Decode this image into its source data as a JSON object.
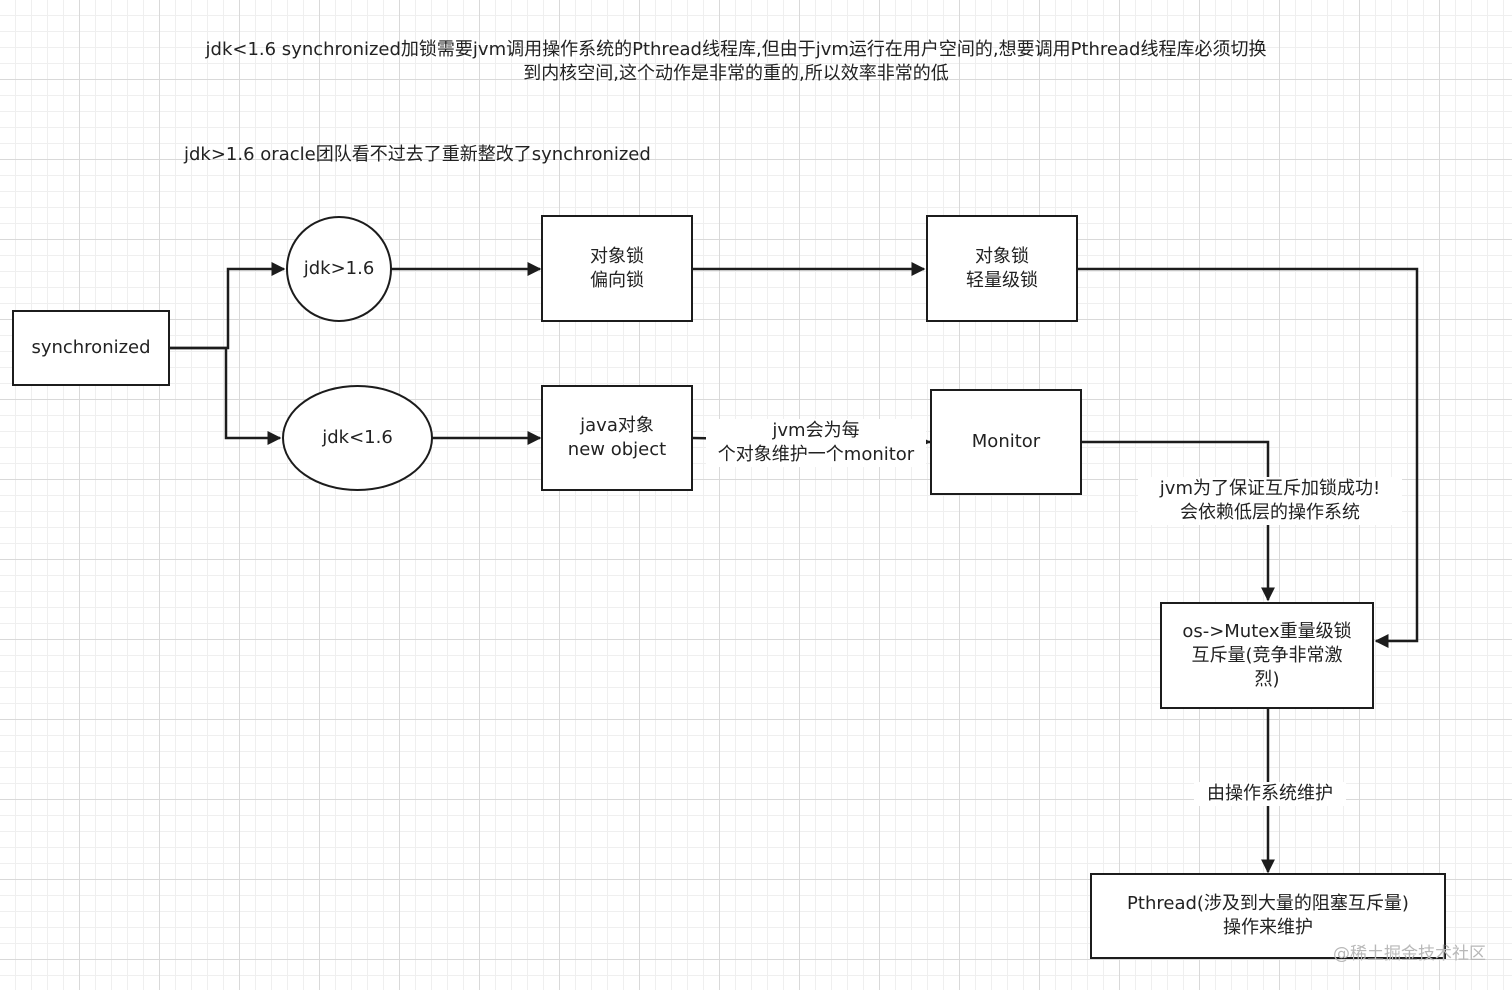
{
  "notes": {
    "jdk_before": "jdk<1.6 synchronized加锁需要jvm调用操作系统的Pthread线程库,但由于jvm运行在用户空间的,想要调用Pthread线程库必须切换\n到内核空间,这个动作是非常的重的,所以效率非常的低",
    "jdk_after": "jdk>1.6 oracle团队看不过去了重新整改了synchronized"
  },
  "nodes": {
    "synchronized": "synchronized",
    "jdk_gt": "jdk>1.6",
    "jdk_lt": "jdk<1.6",
    "biased_lock": "对象锁\n偏向锁",
    "lightweight_lock": "对象锁\n轻量级锁",
    "java_object": "java对象\nnew object",
    "monitor": "Monitor",
    "mutex": "os->Mutex重量级锁\n互斥量(竞争非常激\n烈)",
    "pthread": "Pthread(涉及到大量的阻塞互斥量)\n操作来维护"
  },
  "edge_labels": {
    "monitor_per_object": "jvm会为每\n个对象维护一个monitor",
    "rely_on_os": "jvm为了保证互斥加锁成功!\n会依赖低层的操作系统",
    "maintained_by_os": "由操作系统维护"
  },
  "watermark": "@稀土掘金技术社区",
  "colors": {
    "stroke": "#1c1c1c",
    "text": "#222222",
    "grid_major": "#d9d9d9",
    "grid_minor": "#efefef"
  }
}
